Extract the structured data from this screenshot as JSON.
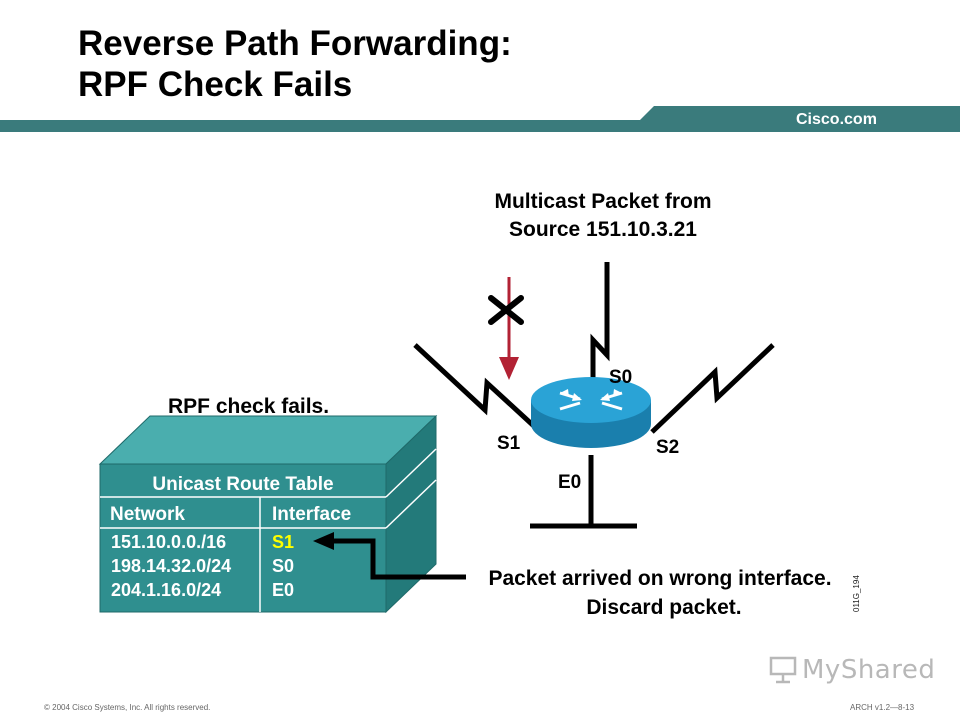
{
  "header": {
    "title_line1": "Reverse Path Forwarding:",
    "title_line2": "RPF Check Fails",
    "brand": "Cisco.com"
  },
  "diagram": {
    "source_label_line1": "Multicast Packet from",
    "source_label_line2": "Source 151.10.3.21",
    "interfaces": {
      "s0": "S0",
      "s1": "S1",
      "s2": "S2",
      "e0": "E0"
    },
    "rpf_label": "RPF check fails.",
    "route_table": {
      "title": "Unicast Route Table",
      "headers": [
        "Network",
        "Interface"
      ],
      "rows": [
        {
          "network": "151.10.0.0./16",
          "interface": "S1"
        },
        {
          "network": "198.14.32.0/24",
          "interface": "S0"
        },
        {
          "network": "204.1.16.0/24",
          "interface": "E0"
        }
      ]
    },
    "discard_line1": "Packet arrived on wrong interface.",
    "discard_line2": "Discard packet.",
    "figure_code": "011G_194"
  },
  "footer": {
    "copyright": "© 2004  Cisco Systems, Inc. All rights reserved.",
    "course": "ARCH v1.2—8-13"
  },
  "watermark": {
    "text": "MyShared"
  },
  "colors": {
    "teal": "#2f8f8f",
    "teal_dark": "#1f6a6a",
    "brand_bar": "#3a7b7c",
    "router": "#1e8fc0",
    "highlight": "#ffff00",
    "arrow_red": "#b22234"
  }
}
